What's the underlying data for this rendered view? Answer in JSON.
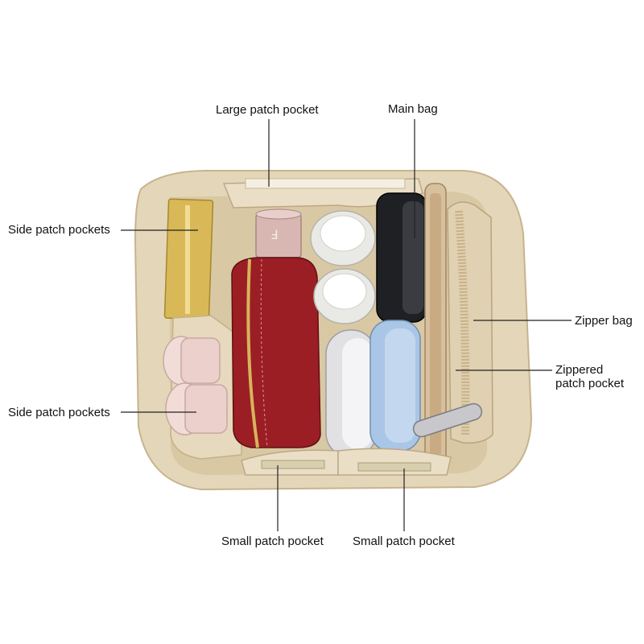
{
  "colors": {
    "felt": "#e8dcc2",
    "felt_dark": "#cbbb98",
    "felt_shadow": "#b9a784",
    "leader_line": "#222222",
    "red_case": "#9b1e24",
    "gold": "#d7b65a",
    "blush": "#ecd2cf",
    "light_blue": "#a9c6e6",
    "silver": "#d9d9dc",
    "black_case": "#1e1f22",
    "phone_gold": "#d9c1a0"
  },
  "labels": {
    "large_patch_pocket": "Large patch pocket",
    "main_bag": "Main bag",
    "side_patch_pockets_top": "Side patch pockets",
    "zipper_bag": "Zipper bag",
    "zippered_patch_pocket": "Zippered\npatch pocket",
    "side_patch_pockets_bottom": "Side patch pockets",
    "small_patch_pocket_left": "Small patch pocket",
    "small_patch_pocket_right": "Small patch pocket"
  },
  "items": {
    "lipstick_logo": "Ⅎ"
  }
}
